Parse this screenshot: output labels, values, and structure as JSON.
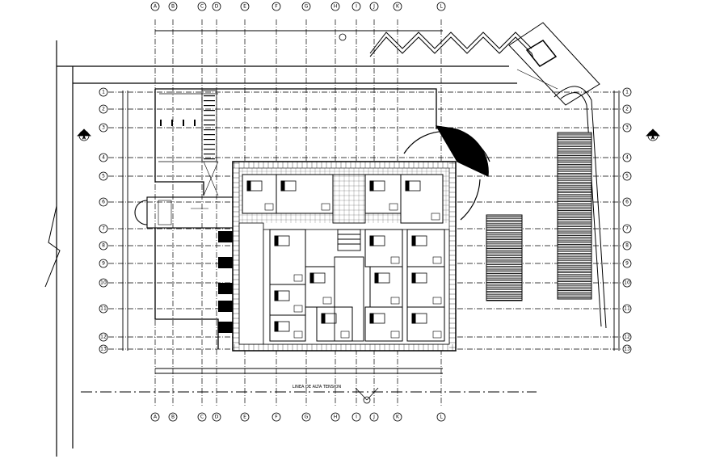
{
  "drawing": {
    "grid_columns": [
      "A",
      "B",
      "C",
      "D",
      "E",
      "F",
      "G",
      "H",
      "I",
      "J",
      "K",
      "L"
    ],
    "grid_rows": [
      "1",
      "2",
      "3",
      "4",
      "5",
      "6",
      "7",
      "8",
      "9",
      "10",
      "11",
      "12",
      "13"
    ],
    "section_marks": [
      "A",
      "A"
    ],
    "line_label": "LINEA DE ALTA TENSION"
  }
}
